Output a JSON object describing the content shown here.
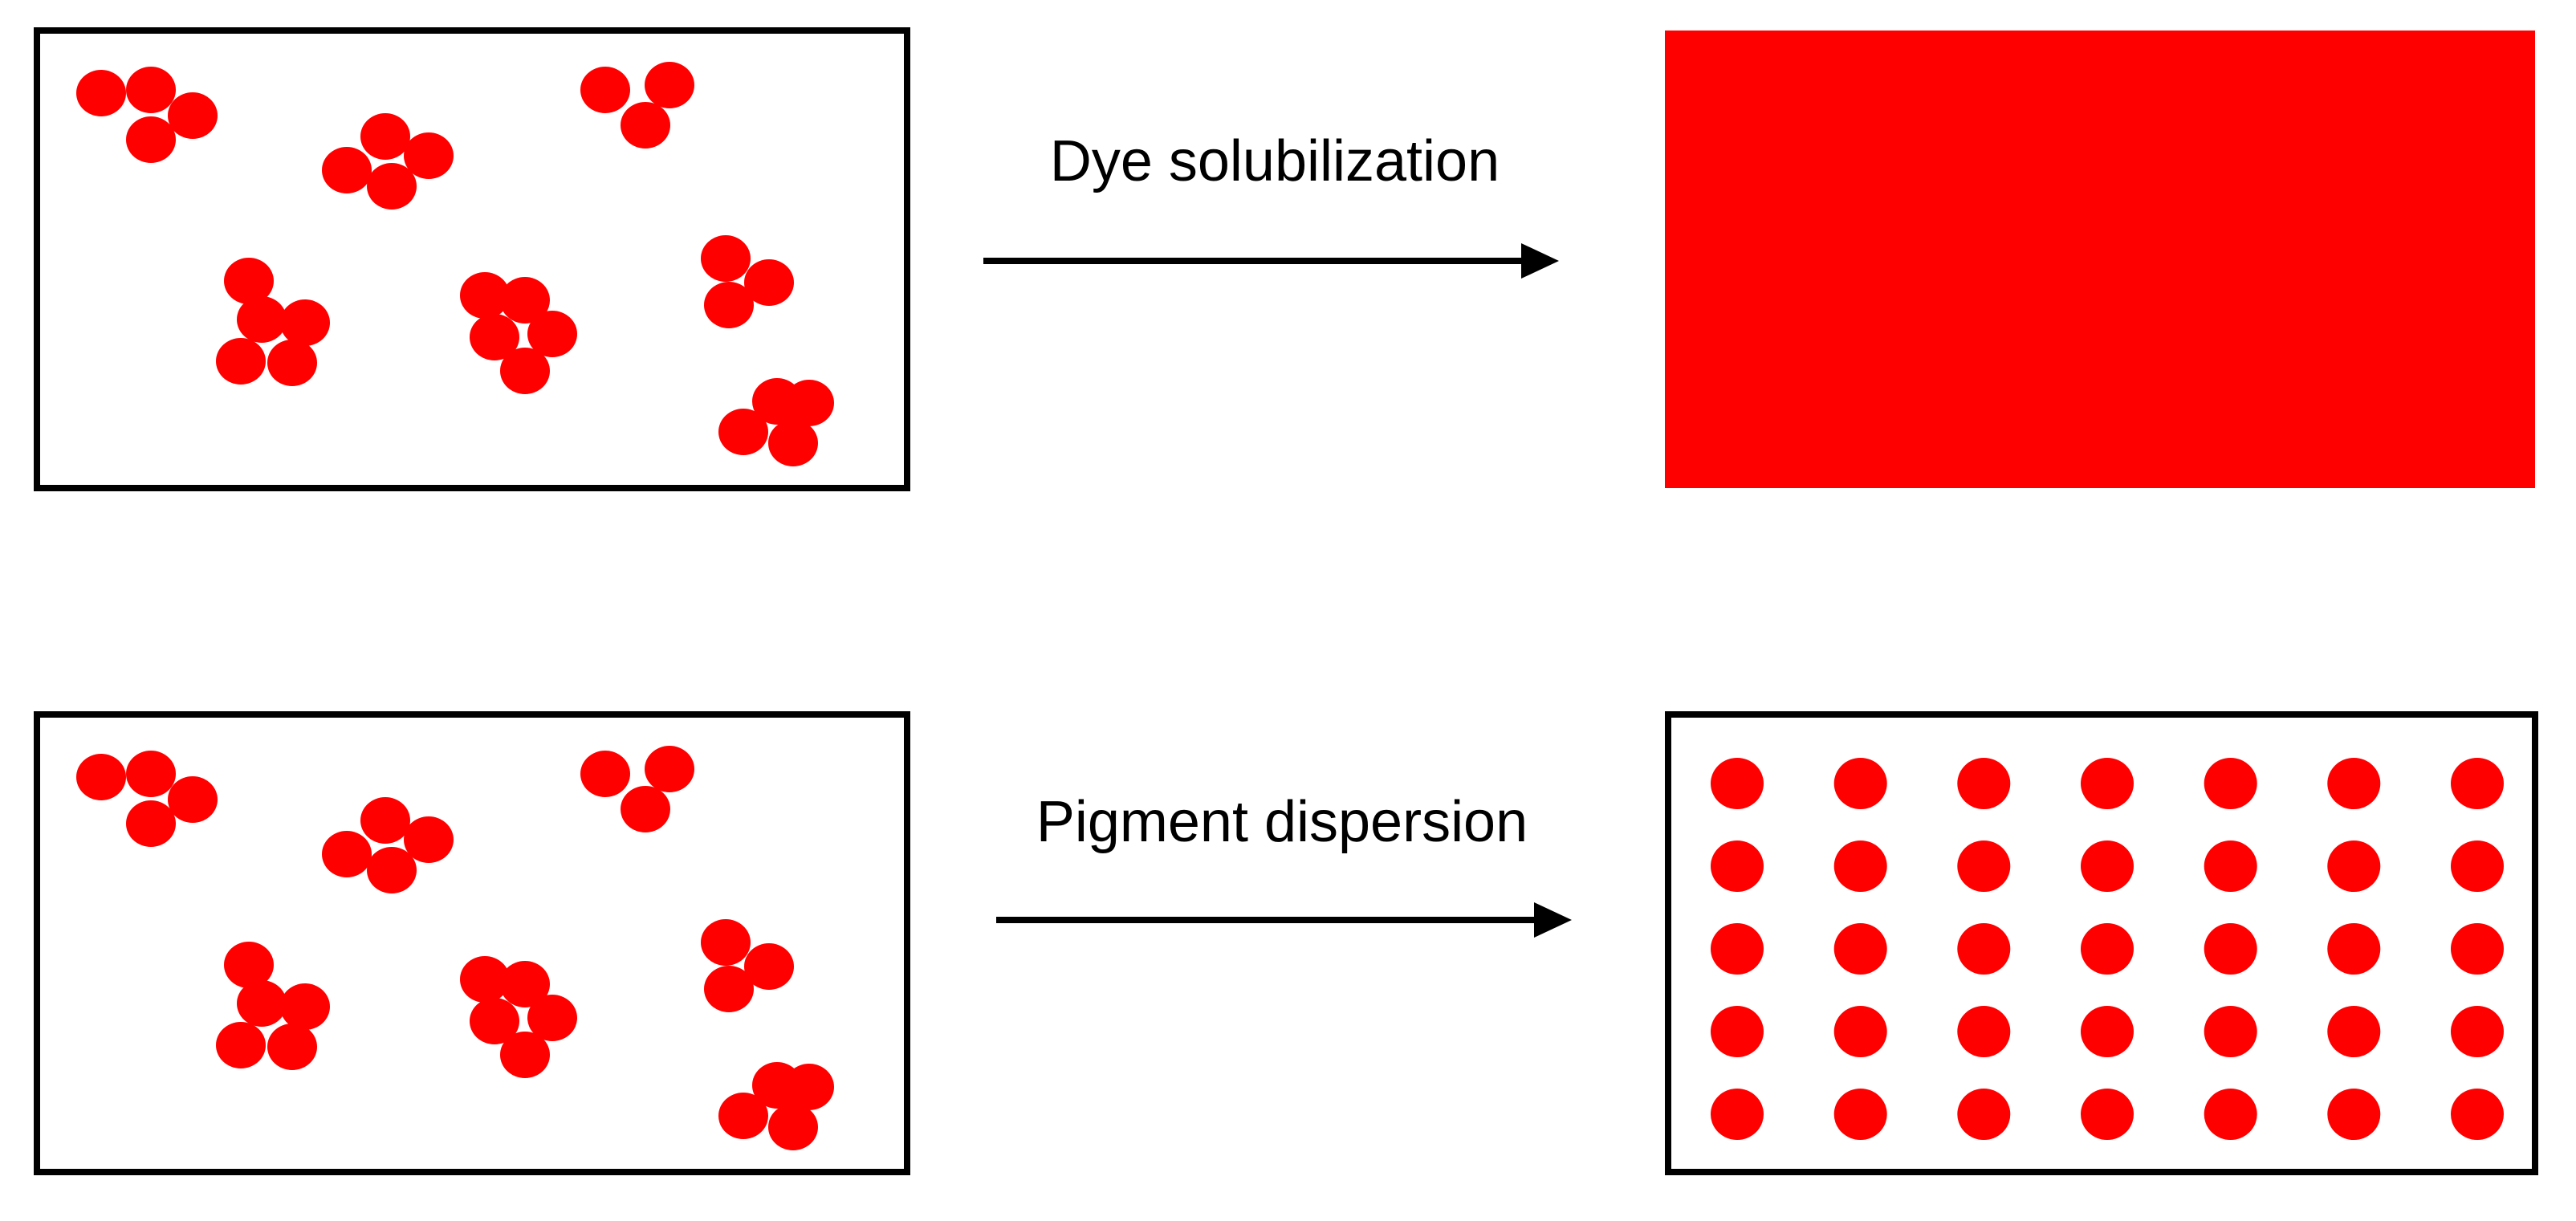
{
  "colors": {
    "particle": "#ff0000",
    "solution": "#ff0000",
    "outline": "#000000",
    "background": "#ffffff"
  },
  "rows": [
    {
      "id": "dye",
      "process_label": "Dye solubilization",
      "before": "aggregated-particles",
      "after": "uniform-solution"
    },
    {
      "id": "pigment",
      "process_label": "Pigment dispersion",
      "before": "aggregated-particles",
      "after": "dispersed-particles",
      "dispersed_grid": {
        "columns": 7,
        "rows": 5
      }
    }
  ]
}
